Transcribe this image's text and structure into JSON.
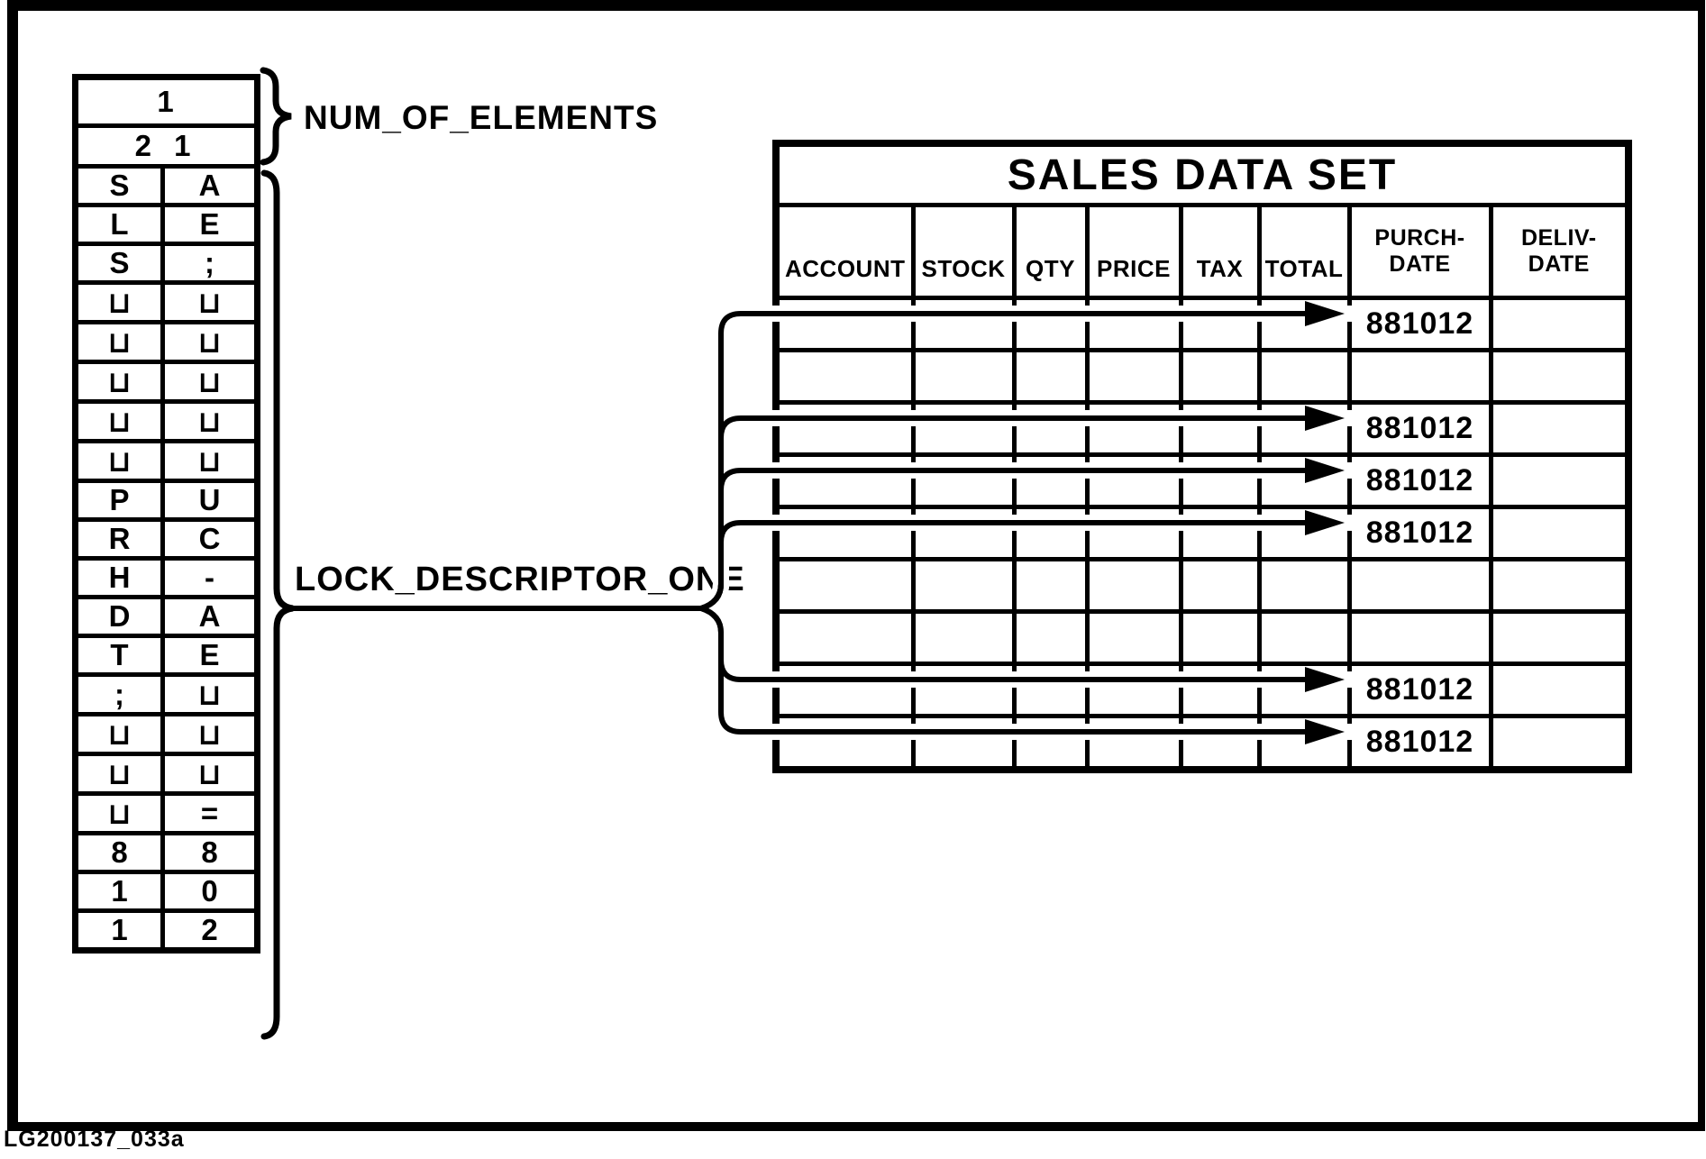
{
  "figure": {
    "footer_label": "LG200137_033a"
  },
  "labels": {
    "num_of_elements": "NUM_OF_ELEMENTS",
    "lock_descriptor_one": "LOCK_DESCRIPTOR_ONE"
  },
  "descriptor_table": {
    "count_rows": [
      "1",
      "2 1"
    ],
    "blank_symbol": "⊔",
    "char_pairs": [
      [
        "S",
        "A"
      ],
      [
        "L",
        "E"
      ],
      [
        "S",
        ";"
      ],
      [
        "⊔",
        "⊔"
      ],
      [
        "⊔",
        "⊔"
      ],
      [
        "⊔",
        "⊔"
      ],
      [
        "⊔",
        "⊔"
      ],
      [
        "⊔",
        "⊔"
      ],
      [
        "P",
        "U"
      ],
      [
        "R",
        "C"
      ],
      [
        "H",
        "-"
      ],
      [
        "D",
        "A"
      ],
      [
        "T",
        "E"
      ],
      [
        ";",
        "⊔"
      ],
      [
        "⊔",
        "⊔"
      ],
      [
        "⊔",
        "⊔"
      ],
      [
        "⊔",
        "="
      ],
      [
        "8",
        "8"
      ],
      [
        "1",
        "0"
      ],
      [
        "1",
        "2"
      ]
    ]
  },
  "sales_table": {
    "title": "SALES DATA SET",
    "columns": [
      "ACCOUNT",
      "STOCK",
      "QTY",
      "PRICE",
      "TAX",
      "TOTAL"
    ],
    "date_columns": [
      {
        "line1": "PURCH-",
        "line2": "DATE"
      },
      {
        "line1": "DELIV-",
        "line2": "DATE"
      }
    ],
    "rows": [
      {
        "purch": "881012",
        "deliv": "",
        "arrow": true
      },
      {
        "purch": "",
        "deliv": "",
        "arrow": false
      },
      {
        "purch": "881012",
        "deliv": "",
        "arrow": true
      },
      {
        "purch": "881012",
        "deliv": "",
        "arrow": true
      },
      {
        "purch": "881012",
        "deliv": "",
        "arrow": true
      },
      {
        "purch": "",
        "deliv": "",
        "arrow": false
      },
      {
        "purch": "",
        "deliv": "",
        "arrow": false
      },
      {
        "purch": "881012",
        "deliv": "",
        "arrow": true
      },
      {
        "purch": "881012",
        "deliv": "",
        "arrow": true
      }
    ]
  },
  "colors": {
    "ink": "#000000",
    "paper": "#ffffff"
  }
}
